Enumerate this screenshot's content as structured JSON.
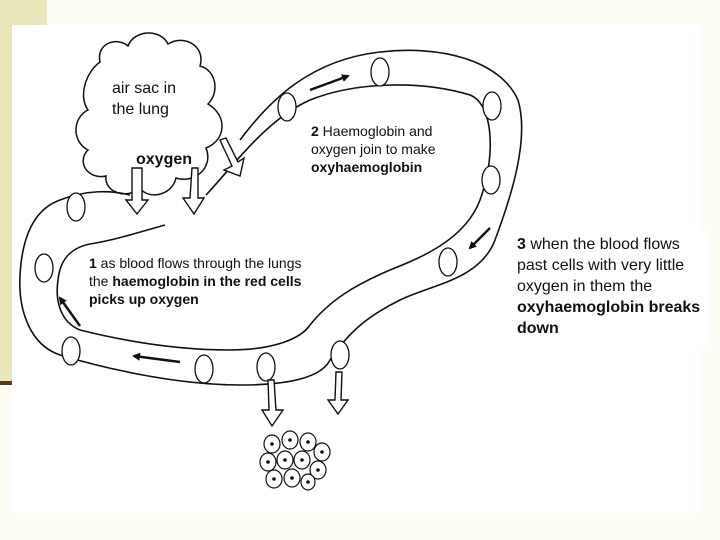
{
  "labels": {
    "air_sac_line1": "air sac in",
    "air_sac_line2": "the lung",
    "oxygen": "oxygen",
    "step1": {
      "number": "1",
      "text_plain": " as blood flows through the lungs the ",
      "text_bold": "haemoglobin in the red cells picks up oxygen"
    },
    "step2": {
      "number": "2",
      "text_plain": "  Haemoglobin and oxygen join to make ",
      "text_bold": "oxyhaemoglobin"
    },
    "step3": {
      "number": "3",
      "text_plain": " when the blood flows past cells with very little oxygen in them the ",
      "text_bold": "oxyhaemoglobin breaks down"
    }
  },
  "colors": {
    "slide_background": "#fdfdf5",
    "side_bar": "#e9e7b9",
    "side_rule": "#5a3a1e",
    "ink": "#111111"
  }
}
